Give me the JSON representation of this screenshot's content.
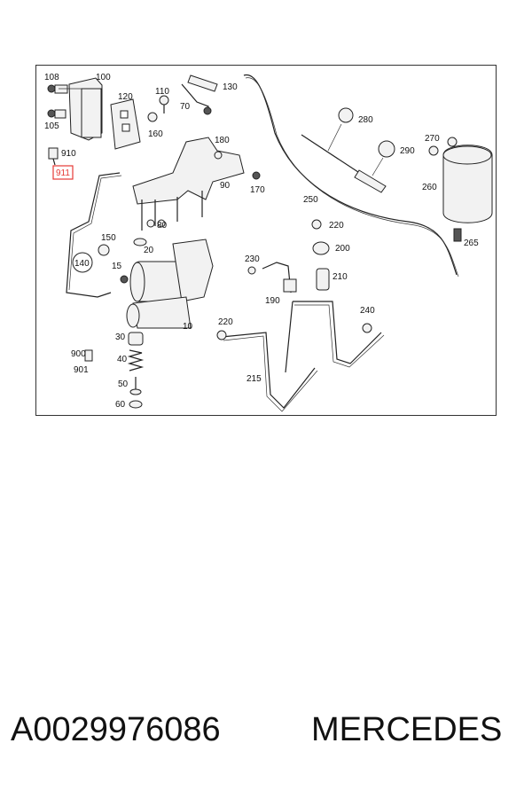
{
  "diagram": {
    "labels": {
      "l108": "108",
      "l100": "100",
      "l120": "120",
      "l110": "110",
      "l70": "70",
      "l130": "130",
      "l105": "105",
      "l160": "160",
      "l910": "910",
      "l911": "911",
      "l180": "180",
      "l90": "90",
      "l170": "170",
      "l280": "280",
      "l290": "290",
      "l270": "270",
      "l260": "260",
      "l250": "250",
      "l150": "150",
      "l140": "140",
      "l80": "80",
      "l20": "20",
      "l220a": "220",
      "l200": "200",
      "l265": "265",
      "l15": "15",
      "l230": "230",
      "l210": "210",
      "l190": "190",
      "l240": "240",
      "l30": "30",
      "l10": "10",
      "l220b": "220",
      "l900": "900",
      "l40": "40",
      "l901": "901",
      "l215": "215",
      "l50": "50",
      "l60": "60"
    },
    "highlighted_label": "911",
    "highlight_color": "#e53935"
  },
  "footer": {
    "part_number": "A0029976086",
    "brand": "MERCEDES"
  }
}
